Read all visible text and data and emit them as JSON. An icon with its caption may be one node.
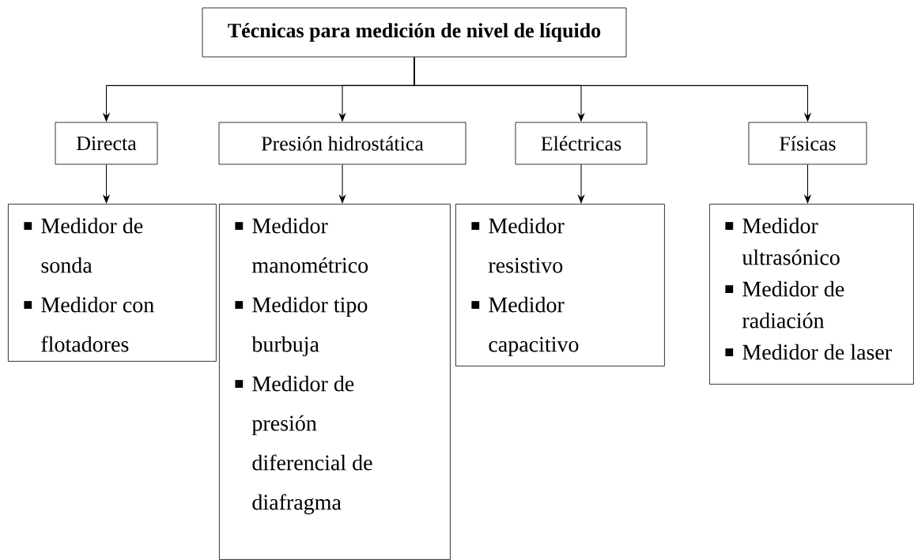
{
  "diagram": {
    "nodes": [
      {
        "text": [
          "Técnicas para medición de nivel de líquido"
        ]
      },
      {
        "text": [
          "Directa"
        ]
      },
      {
        "text": [
          "Presión hidrostática"
        ]
      },
      {
        "text": [
          "Eléctricas"
        ]
      },
      {
        "text": [
          "Físicas"
        ]
      },
      {
        "text": [
          "Medidor de sonda",
          "Medidor con flotadores"
        ]
      },
      {
        "text": [
          "Medidor manométrico",
          "Medidor tipo burbuja",
          "Medidor de presión diferencial de diafragma"
        ]
      },
      {
        "text": [
          "Medidor resistivo",
          "Medidor capacitivo"
        ]
      },
      {
        "text": [
          "Medidor ultrasónico",
          "Medidor de radiación",
          "Medidor de laser"
        ]
      }
    ],
    "edges": [
      {
        "from": 0,
        "to": 1,
        "arrow": "to"
      },
      {
        "from": 0,
        "to": 2,
        "arrow": "to"
      },
      {
        "from": 0,
        "to": 3,
        "arrow": "to"
      },
      {
        "from": 0,
        "to": 4,
        "arrow": "to"
      },
      {
        "from": 1,
        "to": 5,
        "arrow": "to"
      },
      {
        "from": 2,
        "to": 6,
        "arrow": "to"
      },
      {
        "from": 3,
        "to": 7,
        "arrow": "to"
      },
      {
        "from": 4,
        "to": 8,
        "arrow": "to"
      }
    ]
  }
}
